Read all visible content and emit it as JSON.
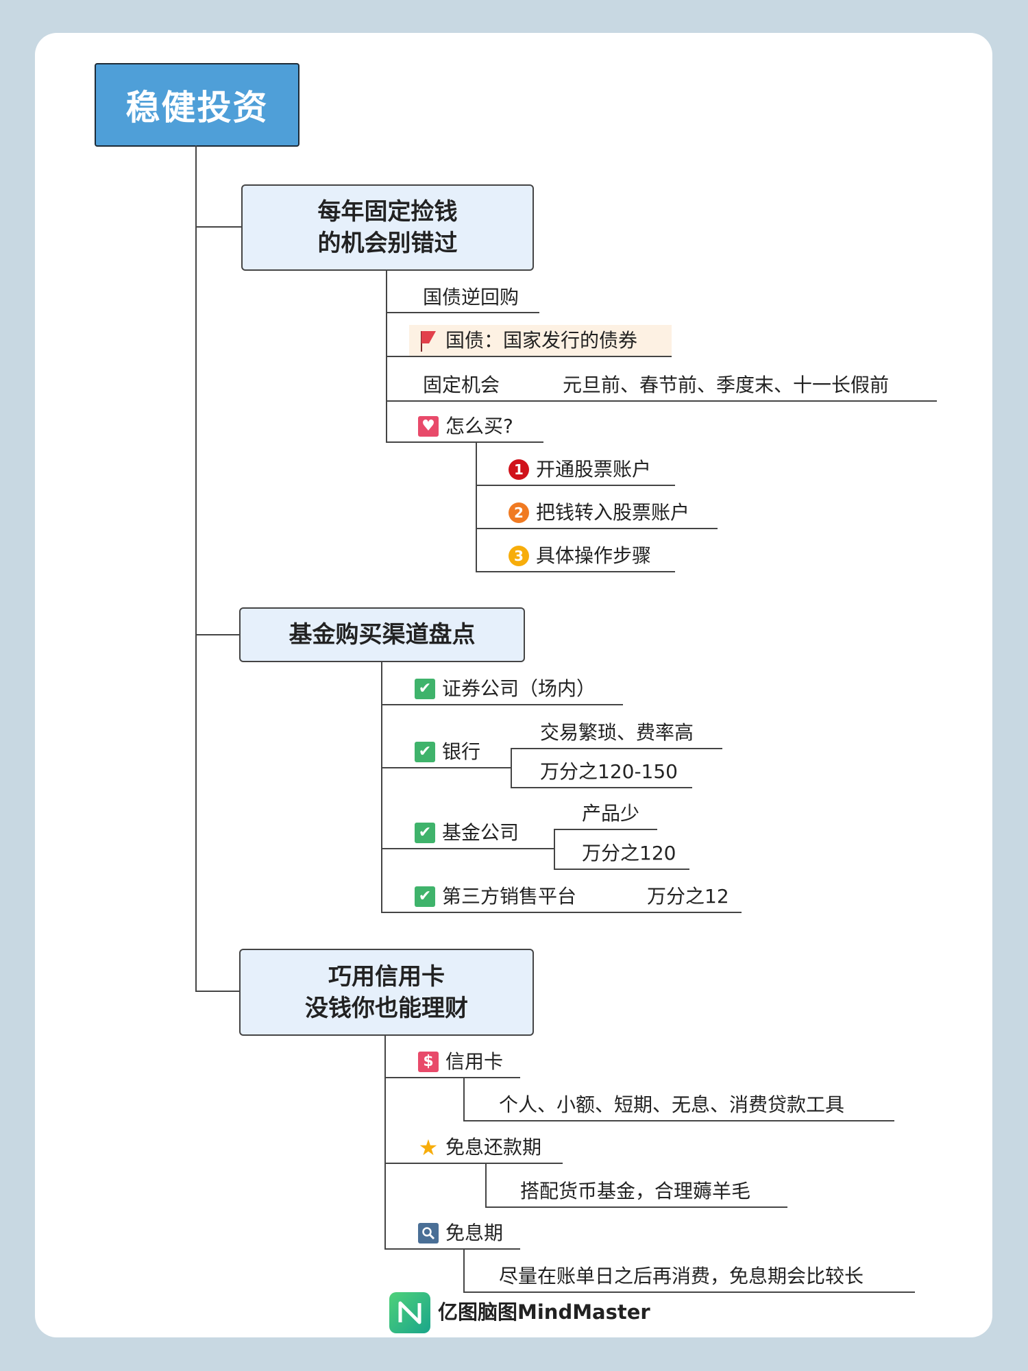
{
  "root": {
    "title": "稳健投资"
  },
  "branches": [
    {
      "title_lines": [
        "每年固定捡钱",
        "的机会别错过"
      ],
      "items": [
        {
          "label": "国债逆回购"
        },
        {
          "label": "国债：国家发行的债券",
          "icon": "flag-icon"
        },
        {
          "label": "固定机会",
          "detail": "元旦前、春节前、季度末、十一长假前"
        },
        {
          "label": "怎么买?",
          "icon": "heart-icon",
          "children": [
            {
              "number": "1",
              "label": "开通股票账户",
              "color": "#d0121b"
            },
            {
              "number": "2",
              "label": "把钱转入股票账户",
              "color": "#f07a22"
            },
            {
              "number": "3",
              "label": "具体操作步骤",
              "color": "#f7ad0b"
            }
          ]
        }
      ]
    },
    {
      "title_lines": [
        "基金购买渠道盘点"
      ],
      "items": [
        {
          "label": "证券公司（场内）",
          "icon": "checkbox-icon"
        },
        {
          "label": "银行",
          "icon": "checkbox-icon",
          "children": [
            {
              "label": "交易繁琐、费率高"
            },
            {
              "label": "万分之120-150"
            }
          ]
        },
        {
          "label": "基金公司",
          "icon": "checkbox-icon",
          "children": [
            {
              "label": "产品少"
            },
            {
              "label": "万分之120"
            }
          ]
        },
        {
          "label": "第三方销售平台",
          "icon": "checkbox-icon",
          "detail": "万分之12"
        }
      ]
    },
    {
      "title_lines": [
        "巧用信用卡",
        "没钱你也能理财"
      ],
      "items": [
        {
          "label": "信用卡",
          "icon": "dollar-icon",
          "children": [
            {
              "label": "个人、小额、短期、无息、消费贷款工具"
            }
          ]
        },
        {
          "label": "免息还款期",
          "icon": "star-icon",
          "children": [
            {
              "label": "搭配货币基金，合理薅羊毛"
            }
          ]
        },
        {
          "label": "免息期",
          "icon": "search-icon",
          "children": [
            {
              "label": "尽量在账单日之后再消费，免息期会比较长"
            }
          ]
        }
      ]
    }
  ],
  "footer": {
    "brand": "亿图脑图MindMaster"
  },
  "colors": {
    "root": "#4f9fd8",
    "branch": "#e6f0fb",
    "check": "#3fb36b",
    "heart": "#e84a6a",
    "star": "#f7ad0b",
    "search": "#4a6f96"
  }
}
